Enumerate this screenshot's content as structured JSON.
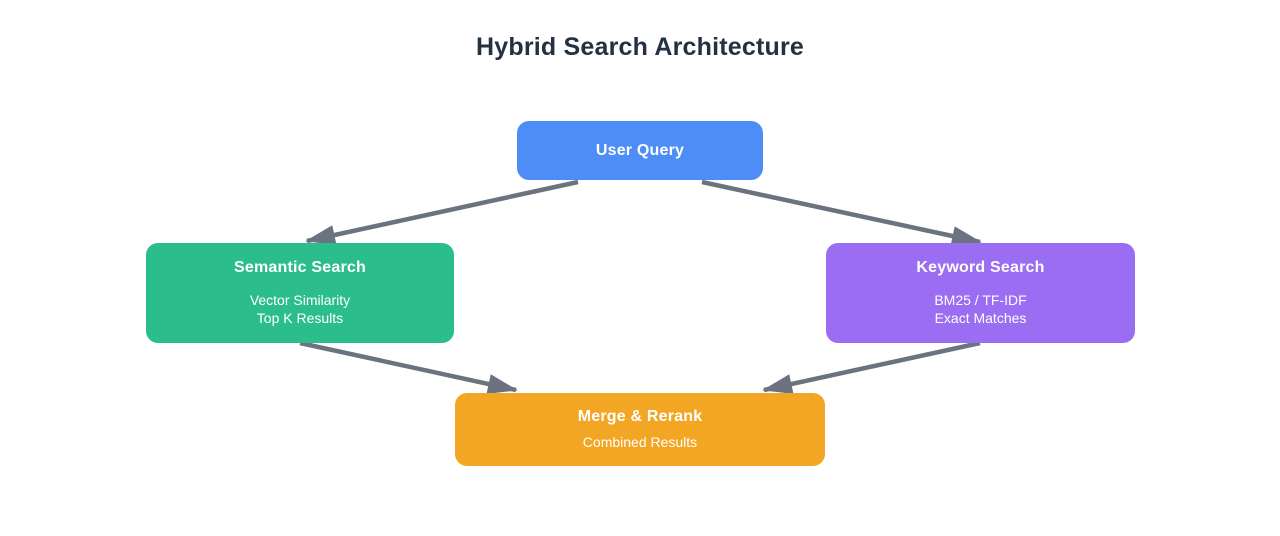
{
  "diagram": {
    "title": "Hybrid Search Architecture",
    "title_color": "#233142",
    "arrow_color": "#6B7380",
    "nodes": {
      "user_query": {
        "label": "User Query",
        "color": "#4D8DF6"
      },
      "semantic": {
        "label": "Semantic Search",
        "line1": "Vector Similarity",
        "line2": "Top K Results",
        "color": "#2BBE8C"
      },
      "keyword": {
        "label": "Keyword Search",
        "line1": "BM25 / TF-IDF",
        "line2": "Exact Matches",
        "color": "#9B6DF3"
      },
      "merge": {
        "label": "Merge & Rerank",
        "line1": "Combined Results",
        "color": "#F3A623"
      }
    },
    "edges": [
      {
        "from": "user_query",
        "to": "semantic"
      },
      {
        "from": "user_query",
        "to": "keyword"
      },
      {
        "from": "semantic",
        "to": "merge"
      },
      {
        "from": "keyword",
        "to": "merge"
      }
    ]
  }
}
